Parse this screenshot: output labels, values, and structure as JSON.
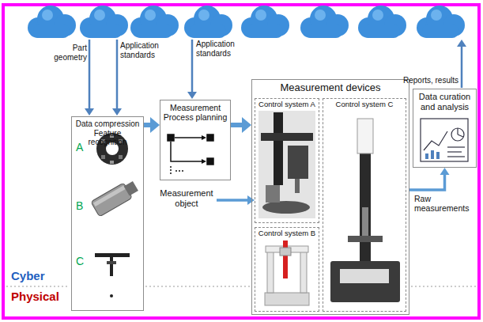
{
  "diagram": {
    "nodes": [
      {
        "text": [
          "Data compression Feature recognition"
        ]
      },
      {
        "text": [
          "Measurement Process planning"
        ]
      },
      {
        "text": [
          "Measurement object"
        ]
      },
      {
        "text": [
          "Measurement devices"
        ]
      },
      {
        "text": [
          "Control system A"
        ],
        "in": 3
      },
      {
        "text": [
          "Control system C"
        ],
        "in": 3
      },
      {
        "text": [
          "Control system B"
        ],
        "in": 3
      },
      {
        "text": [
          "Data curation and analysis"
        ]
      }
    ],
    "edges": [
      {
        "from": 0,
        "to": 1,
        "arrow": "to"
      },
      {
        "from": 1,
        "to": 3,
        "arrow": "to"
      },
      {
        "from": 2,
        "to": 4,
        "arrow": "to"
      },
      {
        "from": 3,
        "to": 7,
        "arrow": "to",
        "label": "Raw measurements"
      }
    ],
    "labels": [
      "Part geometry",
      "Application standards",
      "Application standards",
      "Reports, results",
      "A",
      "B",
      "C",
      "Cyber",
      "Physical"
    ]
  }
}
